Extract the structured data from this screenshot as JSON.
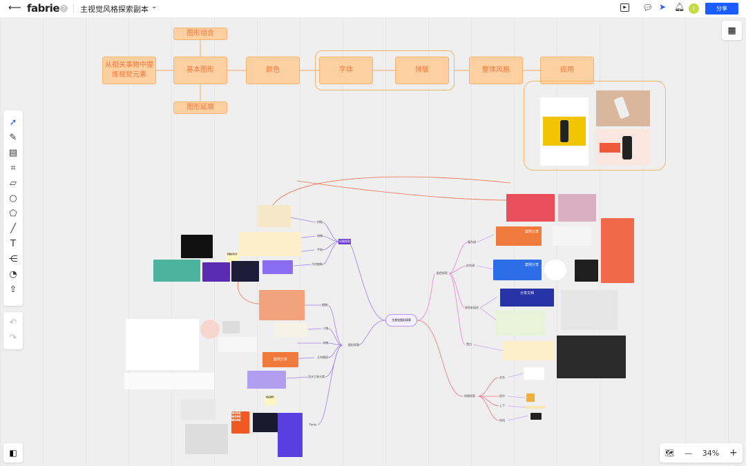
{
  "header": {
    "app": "fabrie",
    "help": "?",
    "title": "主视觉风格探索副本",
    "share": "分享",
    "avatar": "I"
  },
  "flow": {
    "source": "从相关事物中提炼视觉元素",
    "shape": "基本图形",
    "combine": "图形组合",
    "extend": "图形延展",
    "color": "颜色",
    "font": "字体",
    "layout": "排版",
    "style": "整体风格",
    "apply": "应用"
  },
  "mindmap": {
    "center": "主视觉图形探索",
    "style": {
      "label": "风格探索",
      "items": [
        "拼贴",
        "线稿",
        "手绘",
        "几何抽象"
      ]
    },
    "graphic": {
      "label": "图形探索",
      "items": [
        "植物",
        "人物",
        "动物",
        "几何图形",
        "设计工具元素",
        "Fonts"
      ]
    },
    "color": {
      "label": "配色探索",
      "items": [
        "暖色调",
        "冷色调",
        "多色彩组合",
        "黑白"
      ]
    },
    "layout": {
      "label": "排版探索",
      "items": [
        "左右",
        "居中",
        "上下",
        "自由"
      ]
    }
  },
  "thumb_text": {
    "case1": "案例分享",
    "case2": "案例分享",
    "case3": "分享文档",
    "case4": "案例分享",
    "note1": "有趣的形状",
    "note2": "插画图形",
    "work": "WORK WORK WORK"
  },
  "zoom": {
    "value": "34%"
  },
  "colors": {
    "accent": "#1a5cff",
    "flow_fill": "#fdd0a2",
    "flow_text": "#f0763a"
  }
}
